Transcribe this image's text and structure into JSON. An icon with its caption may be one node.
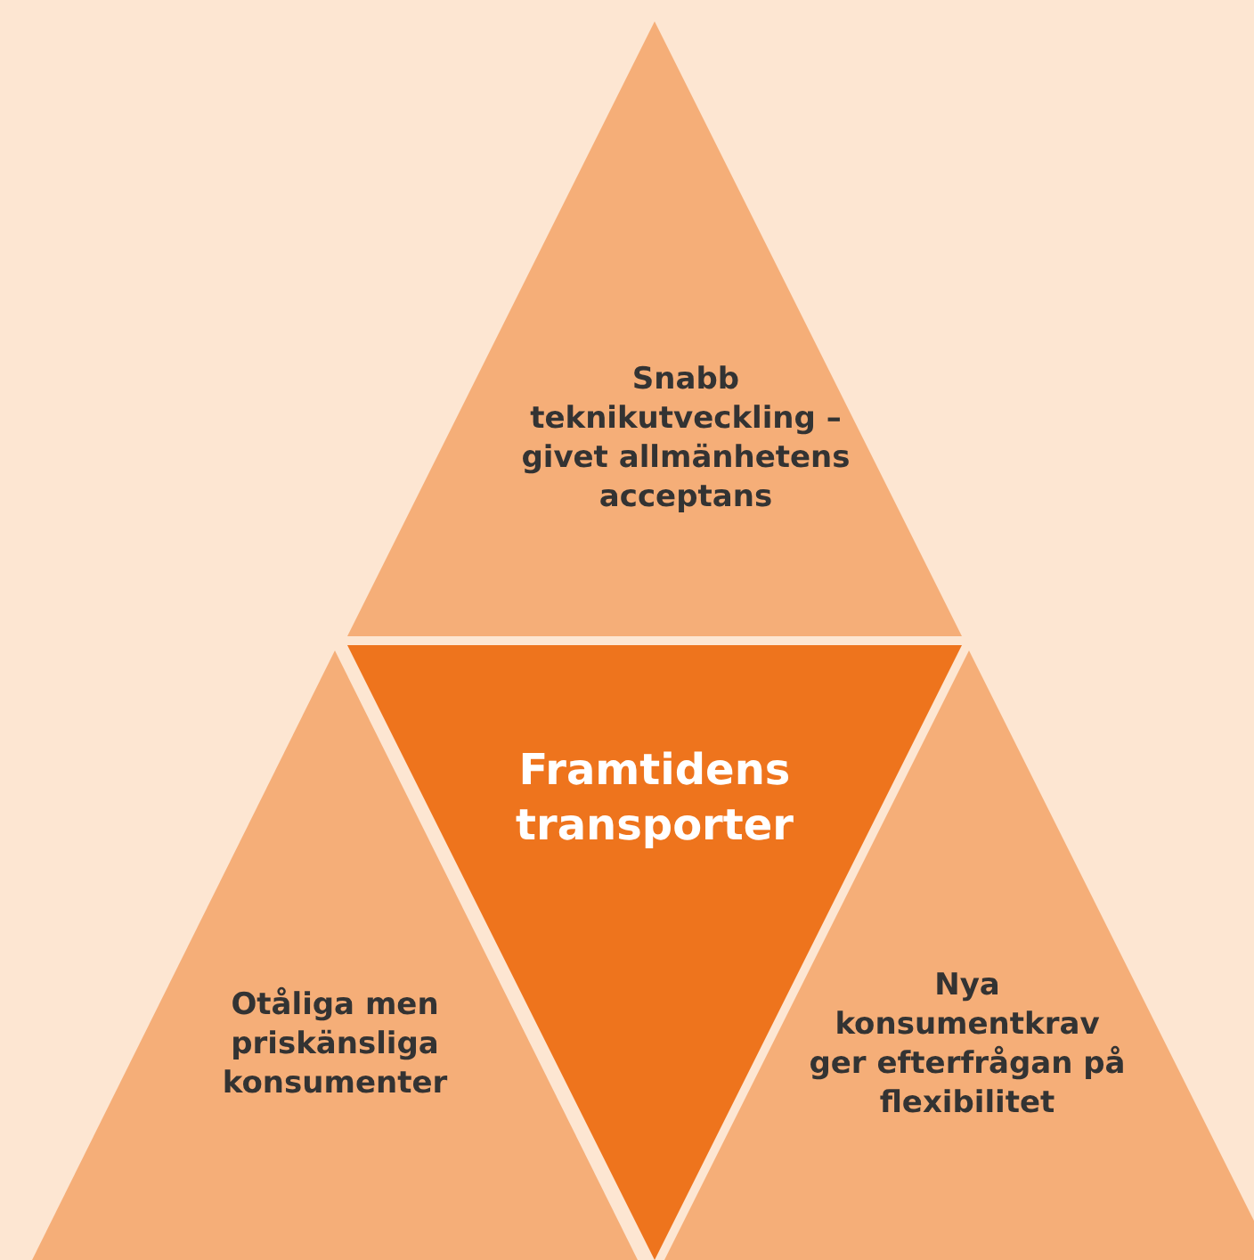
{
  "diagram": {
    "nodes": [
      {
        "text": [
          "Snabb teknikutveckling – givet allmänhetens acceptans"
        ]
      },
      {
        "text": [
          "Framtidens transporter"
        ]
      },
      {
        "text": [
          "Otåliga men priskänsliga konsumenter"
        ]
      },
      {
        "text": [
          "Nya konsumentkrav ger efterfrågan på flexibilitet"
        ]
      }
    ]
  }
}
